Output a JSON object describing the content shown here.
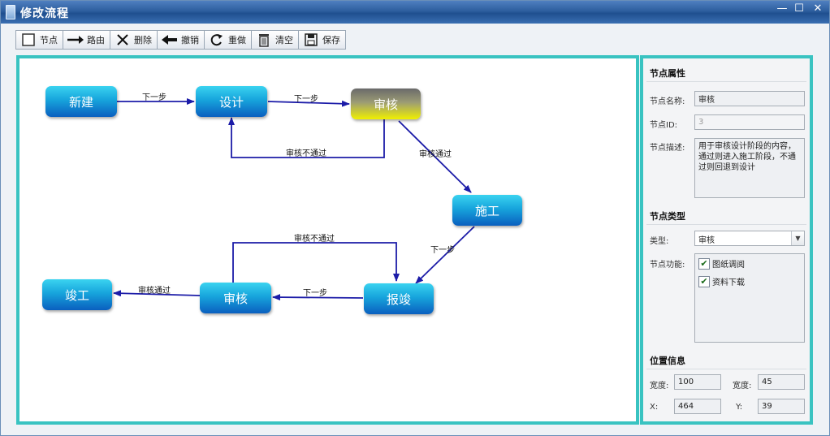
{
  "window": {
    "title": "修改流程",
    "min_glyph": "—",
    "max_glyph": "☐",
    "close_glyph": "✕"
  },
  "toolbar": {
    "buttons": [
      {
        "id": "node",
        "label": "节点",
        "icon": "square-icon"
      },
      {
        "id": "route",
        "label": "路由",
        "icon": "arrow-right-icon"
      },
      {
        "id": "delete",
        "label": "删除",
        "icon": "x-icon"
      },
      {
        "id": "undo",
        "label": "撤销",
        "icon": "arrow-left-icon"
      },
      {
        "id": "redo",
        "label": "重做",
        "icon": "redo-icon"
      },
      {
        "id": "clear",
        "label": "清空",
        "icon": "trash-icon"
      },
      {
        "id": "save",
        "label": "保存",
        "icon": "floppy-icon"
      }
    ]
  },
  "flow": {
    "nodes": {
      "create": "新建",
      "design": "设计",
      "review1": "审核",
      "construct": "施工",
      "report": "报竣",
      "review2": "审核",
      "complete": "竣工"
    },
    "edges": {
      "create_design": "下一步",
      "design_review1": "下一步",
      "review1_design": "审核不通过",
      "review1_construct": "审核通过",
      "construct_report": "下一步",
      "review2_report": "审核不通过",
      "report_review2": "下一步",
      "review2_complete": "审核通过"
    }
  },
  "properties": {
    "section_node_props": "节点属性",
    "name_label": "节点名称:",
    "name_value": "审核",
    "id_label": "节点ID:",
    "id_value": "3",
    "desc_label": "节点描述:",
    "desc_value": "用于审核设计阶段的内容，通过则进入施工阶段，不通过则回退到设计",
    "section_node_type": "节点类型",
    "type_label": "类型:",
    "type_value": "审核",
    "func_label": "节点功能:",
    "func_items": [
      "图纸调阅",
      "资料下载"
    ],
    "section_position": "位置信息",
    "width_label": "宽度:",
    "width_value": "100",
    "height_label": "宽度:",
    "height_value": "45",
    "x_label": "X:",
    "x_value": "464",
    "y_label": "Y:",
    "y_value": "39"
  },
  "colors": {
    "frame": "#39c3c1",
    "node_top": "#3ad3f0",
    "node_bottom": "#0a5fbf",
    "selected_bottom": "#f0f000",
    "edge": "#1c1ca8"
  }
}
